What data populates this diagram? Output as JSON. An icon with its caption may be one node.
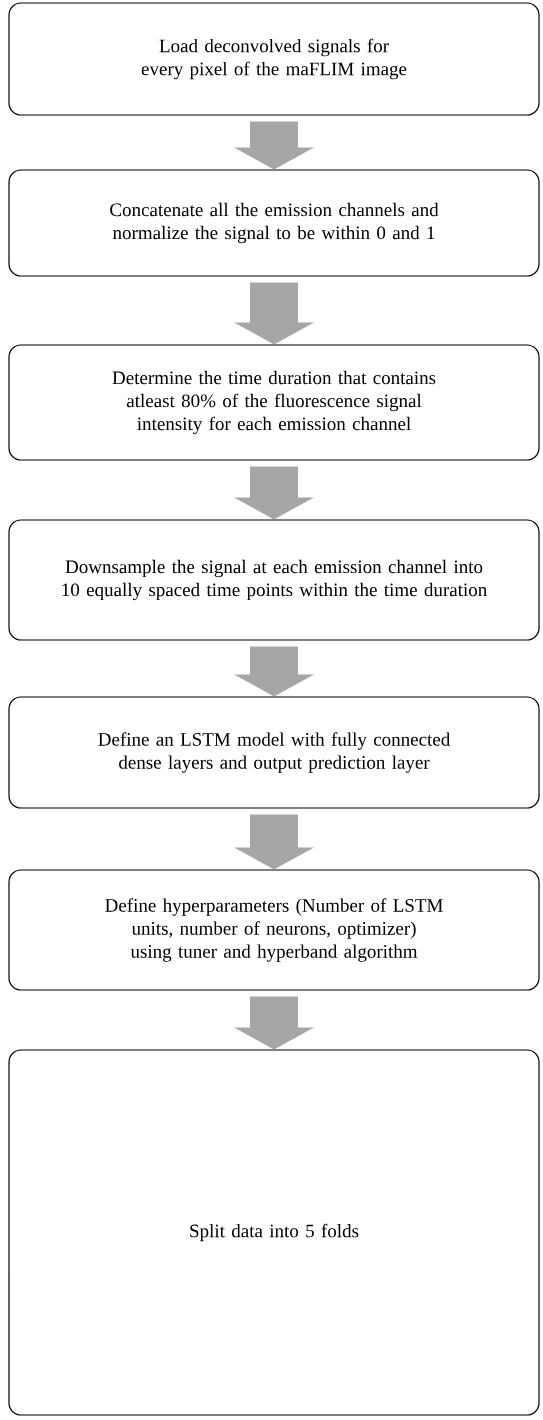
{
  "diagram": {
    "nodes": [
      {
        "text": [
          "Load deconvolved signals for every pixel of the maFLIM image"
        ]
      },
      {
        "text": [
          "Concatenate all the emission channels and normalize the signal to be within 0 and 1"
        ]
      },
      {
        "text": [
          "Determine the time duration that contains atleast 80% of the fluorescence signal intensity for each emission channel"
        ]
      },
      {
        "text": [
          "Downsample the signal  at each emission channel into 10 equally spaced time points within the time duration"
        ]
      },
      {
        "text": [
          "Define an LSTM model with fully connected dense layers and output prediction layer"
        ]
      },
      {
        "text": [
          "Define hyperparameters (Number of LSTM units, number of neurons, optimizer) using tuner and hyperband algorithm"
        ]
      },
      {
        "text": [
          "Split data into 5 folds"
        ]
      }
    ],
    "edges": [
      {
        "from": 0,
        "to": 1,
        "arrow": "to"
      },
      {
        "from": 1,
        "to": 2,
        "arrow": "to"
      },
      {
        "from": 2,
        "to": 3,
        "arrow": "to"
      },
      {
        "from": 3,
        "to": 4,
        "arrow": "to"
      },
      {
        "from": 4,
        "to": 5,
        "arrow": "to"
      },
      {
        "from": 5,
        "to": 6,
        "arrow": "to"
      }
    ]
  }
}
